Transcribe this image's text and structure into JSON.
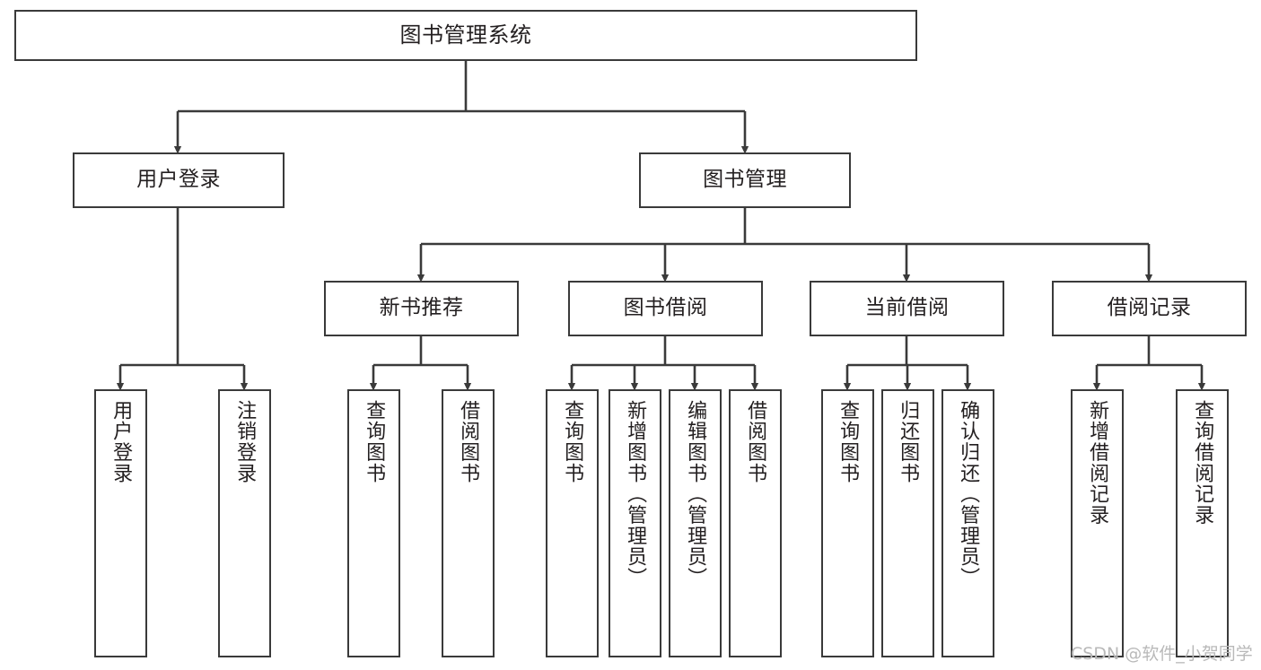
{
  "diagram": {
    "title": "图书管理系统",
    "type": "功能结构图",
    "style": {
      "background": "#ffffff",
      "box_border": "#3a3a3a",
      "box_fill": "#ffffff",
      "text_color": "#231f20",
      "edge_color": "#3a3a3a",
      "watermark_color": "#b9b9b9"
    }
  },
  "nodes": {
    "root": {
      "label": "图书管理系统"
    },
    "level2": [
      {
        "label": "用户登录"
      },
      {
        "label": "图书管理"
      }
    ],
    "level3": [
      {
        "label": "新书推荐"
      },
      {
        "label": "图书借阅"
      },
      {
        "label": "当前借阅"
      },
      {
        "label": "借阅记录"
      }
    ],
    "leaves": {
      "user_login": [
        {
          "label": "用户登录"
        },
        {
          "label": "注销登录"
        }
      ],
      "new_book_recommend": [
        {
          "label": "查询图书"
        },
        {
          "label": "借阅图书"
        }
      ],
      "book_borrow": [
        {
          "label": "查询图书"
        },
        {
          "label": "新增图书（管理员）"
        },
        {
          "label": "编辑图书（管理员）"
        },
        {
          "label": "借阅图书"
        }
      ],
      "current_borrow": [
        {
          "label": "查询图书"
        },
        {
          "label": "归还图书"
        },
        {
          "label": "确认归还（管理员）"
        }
      ],
      "borrow_record": [
        {
          "label": "新增借阅记录"
        },
        {
          "label": "查询借阅记录"
        }
      ]
    }
  },
  "watermark": {
    "text": "CSDN @软件_小贺同学"
  }
}
